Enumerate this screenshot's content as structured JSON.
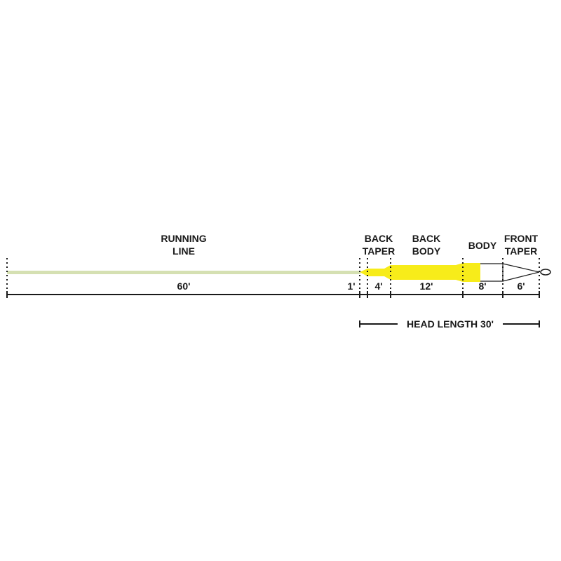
{
  "colors": {
    "running_line": "#d5e0b2",
    "head": "#f7ec1a",
    "ink": "#1a1a1a"
  },
  "sections": {
    "running_line": {
      "label_1": "RUNNING",
      "label_2": "LINE",
      "length": "60'"
    },
    "transition": {
      "length": "1'"
    },
    "back_taper": {
      "label_1": "BACK",
      "label_2": "TAPER",
      "length": "4'"
    },
    "back_body": {
      "label_1": "BACK",
      "label_2": "BODY",
      "length": "12'"
    },
    "body": {
      "label_1": "BODY",
      "length": "8'"
    },
    "front_taper": {
      "label_1": "FRONT",
      "label_2": "TAPER",
      "length": "6'"
    }
  },
  "head_length": "HEAD LENGTH 30'"
}
